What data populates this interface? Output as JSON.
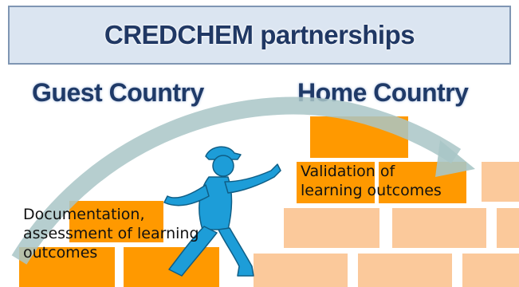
{
  "title": "CREDCHEM partnerships",
  "guest_country": "Guest Country",
  "home_country": "Home Country",
  "validation_text": {
    "line1": "Validation of",
    "line2": "learning outcomes"
  },
  "documentation_text": {
    "line1": "Documentation,",
    "line2": "assessment of learning",
    "line3": "outcomes"
  },
  "colors": {
    "banner_fill": "#dbe5f1",
    "banner_border": "#7f96b3",
    "title_text": "#203864",
    "country_text": "#1f3a68",
    "brick_orange": "#ff9900",
    "brick_peach": "#fbc99b",
    "arrow": "#a9c6c7",
    "figure": "#1d9dd8"
  },
  "icons": {
    "arrow": "curved-arrow-icon",
    "figure": "running-person-icon"
  }
}
